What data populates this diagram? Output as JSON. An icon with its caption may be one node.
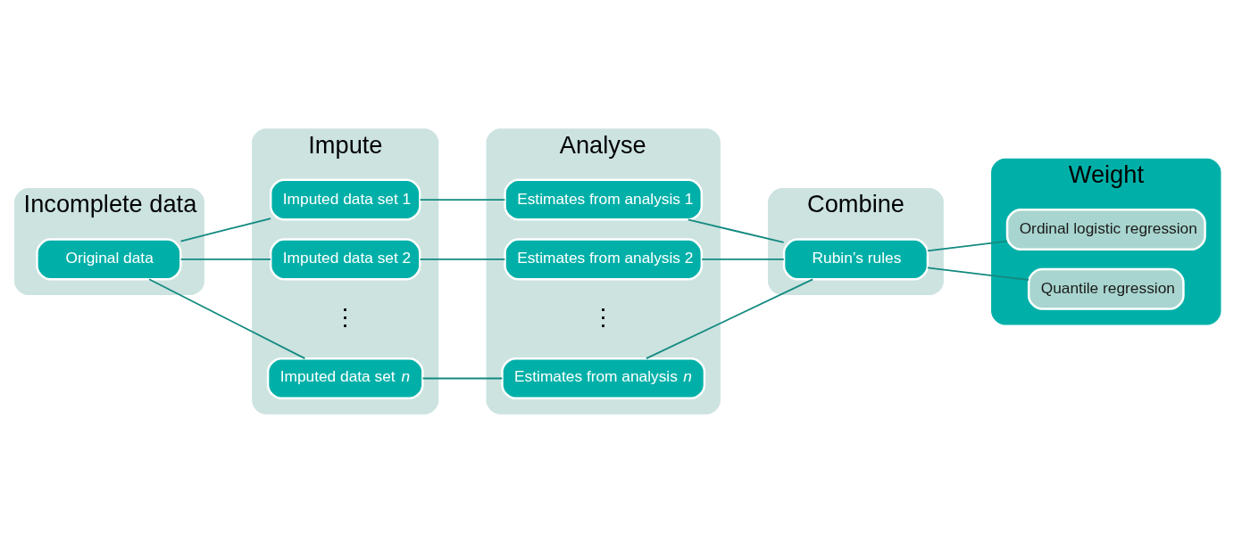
{
  "diagram": {
    "nodes": [
      {
        "text": [
          "Incomplete data"
        ]
      },
      {
        "text": [
          "Original data"
        ],
        "in": 0
      },
      {
        "text": [
          "Impute"
        ]
      },
      {
        "text": [
          "Imputed data set 1"
        ],
        "in": 2
      },
      {
        "text": [
          "Imputed data set 2"
        ],
        "in": 2
      },
      {
        "text": [
          "Imputed data set *n*"
        ],
        "in": 2
      },
      {
        "text": [
          "Analyse"
        ]
      },
      {
        "text": [
          "Estimates from analysis 1"
        ],
        "in": 6
      },
      {
        "text": [
          "Estimates from analysis 2"
        ],
        "in": 6
      },
      {
        "text": [
          "Estimates from analysis *n*"
        ],
        "in": 6
      },
      {
        "text": [
          "Combine"
        ]
      },
      {
        "text": [
          "Rubin’s rules"
        ],
        "in": 10
      },
      {
        "text": [
          "Weight"
        ]
      },
      {
        "text": [
          "Ordinal logistic regression"
        ],
        "in": 12
      },
      {
        "text": [
          "Quantile regression"
        ],
        "in": 12
      }
    ],
    "edges": [
      {
        "from": 1,
        "to": 3,
        "arrow": "none"
      },
      {
        "from": 1,
        "to": 4,
        "arrow": "none"
      },
      {
        "from": 1,
        "to": 5,
        "arrow": "none"
      },
      {
        "from": 3,
        "to": 7,
        "arrow": "none"
      },
      {
        "from": 4,
        "to": 8,
        "arrow": "none"
      },
      {
        "from": 5,
        "to": 9,
        "arrow": "none"
      },
      {
        "from": 7,
        "to": 11,
        "arrow": "none"
      },
      {
        "from": 8,
        "to": 11,
        "arrow": "none"
      },
      {
        "from": 9,
        "to": 11,
        "arrow": "none"
      },
      {
        "from": 11,
        "to": 13,
        "arrow": "none"
      },
      {
        "from": 11,
        "to": 14,
        "arrow": "none"
      }
    ],
    "labels": [
      "⋮",
      "⋮"
    ]
  }
}
